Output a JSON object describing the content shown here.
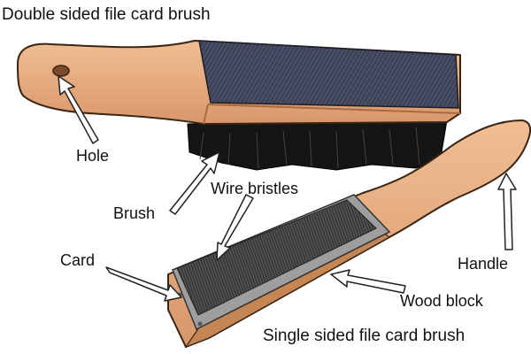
{
  "titles": {
    "double_sided": "Double sided file card brush",
    "single_sided": "Single sided file card brush"
  },
  "labels": {
    "hole": "Hole",
    "brush": "Brush",
    "wire_bristles": "Wire bristles",
    "card": "Card",
    "handle": "Handle",
    "wood_block": "Wood block"
  },
  "colors": {
    "wood": "#E3A77A",
    "wood_dark": "#C07E52",
    "outline": "#3A2414",
    "card_metal": "#9E9E9E",
    "wire": "#2E3140",
    "black_bristles": "#151515",
    "arrow_fill": "#ffffff",
    "arrow_stroke": "#222222"
  }
}
